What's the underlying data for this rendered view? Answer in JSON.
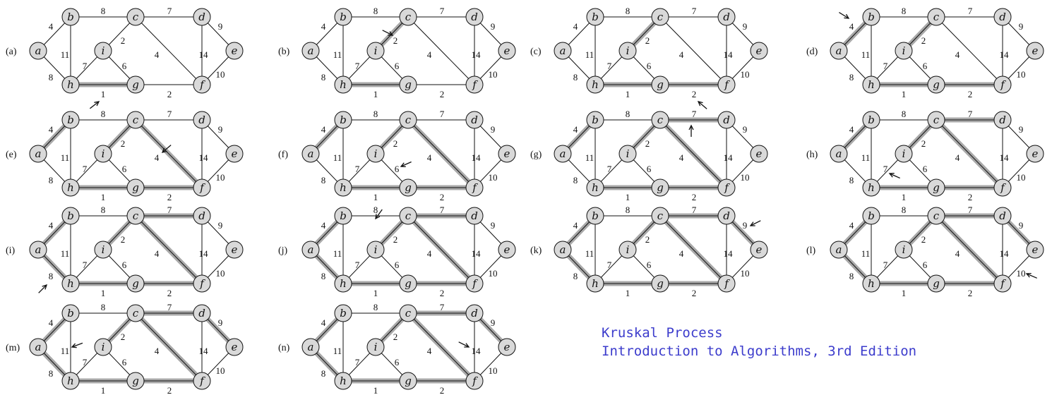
{
  "caption": {
    "line1": "Kruskal Process",
    "line2": "Introduction to Algorithms, 3rd Edition"
  },
  "vertices": [
    "a",
    "b",
    "c",
    "d",
    "e",
    "f",
    "g",
    "h",
    "i"
  ],
  "edges": [
    {
      "id": "ab",
      "u": "a",
      "v": "b",
      "w": "4"
    },
    {
      "id": "ah",
      "u": "a",
      "v": "h",
      "w": "8"
    },
    {
      "id": "bc",
      "u": "b",
      "v": "c",
      "w": "8"
    },
    {
      "id": "bh",
      "u": "b",
      "v": "h",
      "w": "11"
    },
    {
      "id": "cd",
      "u": "c",
      "v": "d",
      "w": "7"
    },
    {
      "id": "ci",
      "u": "c",
      "v": "i",
      "w": "2"
    },
    {
      "id": "cf",
      "u": "c",
      "v": "f",
      "w": "4"
    },
    {
      "id": "de",
      "u": "d",
      "v": "e",
      "w": "9"
    },
    {
      "id": "df",
      "u": "d",
      "v": "f",
      "w": "14"
    },
    {
      "id": "ef",
      "u": "e",
      "v": "f",
      "w": "10"
    },
    {
      "id": "fg",
      "u": "f",
      "v": "g",
      "w": "2"
    },
    {
      "id": "gh",
      "u": "g",
      "v": "h",
      "w": "1"
    },
    {
      "id": "gi",
      "u": "g",
      "v": "i",
      "w": "6"
    },
    {
      "id": "hi",
      "u": "h",
      "v": "i",
      "w": "7"
    }
  ],
  "steps": [
    {
      "label": "(a)",
      "selected": [
        "gh"
      ],
      "considering": "gh"
    },
    {
      "label": "(b)",
      "selected": [
        "gh",
        "ci"
      ],
      "considering": "ci"
    },
    {
      "label": "(c)",
      "selected": [
        "gh",
        "ci",
        "fg"
      ],
      "considering": "fg"
    },
    {
      "label": "(d)",
      "selected": [
        "gh",
        "ci",
        "fg",
        "ab"
      ],
      "considering": "ab"
    },
    {
      "label": "(e)",
      "selected": [
        "gh",
        "ci",
        "fg",
        "ab",
        "cf"
      ],
      "considering": "cf"
    },
    {
      "label": "(f)",
      "selected": [
        "gh",
        "ci",
        "fg",
        "ab",
        "cf"
      ],
      "considering": "gi"
    },
    {
      "label": "(g)",
      "selected": [
        "gh",
        "ci",
        "fg",
        "ab",
        "cf",
        "cd"
      ],
      "considering": "cd"
    },
    {
      "label": "(h)",
      "selected": [
        "gh",
        "ci",
        "fg",
        "ab",
        "cf",
        "cd"
      ],
      "considering": "hi"
    },
    {
      "label": "(i)",
      "selected": [
        "gh",
        "ci",
        "fg",
        "ab",
        "cf",
        "cd",
        "ah"
      ],
      "considering": "ah"
    },
    {
      "label": "(j)",
      "selected": [
        "gh",
        "ci",
        "fg",
        "ab",
        "cf",
        "cd",
        "ah"
      ],
      "considering": "bc"
    },
    {
      "label": "(k)",
      "selected": [
        "gh",
        "ci",
        "fg",
        "ab",
        "cf",
        "cd",
        "ah",
        "de"
      ],
      "considering": "de"
    },
    {
      "label": "(l)",
      "selected": [
        "gh",
        "ci",
        "fg",
        "ab",
        "cf",
        "cd",
        "ah",
        "de"
      ],
      "considering": "ef"
    },
    {
      "label": "(m)",
      "selected": [
        "gh",
        "ci",
        "fg",
        "ab",
        "cf",
        "cd",
        "ah",
        "de"
      ],
      "considering": "bh"
    },
    {
      "label": "(n)",
      "selected": [
        "gh",
        "ci",
        "fg",
        "ab",
        "cf",
        "cd",
        "ah",
        "de"
      ],
      "considering": "df"
    }
  ]
}
